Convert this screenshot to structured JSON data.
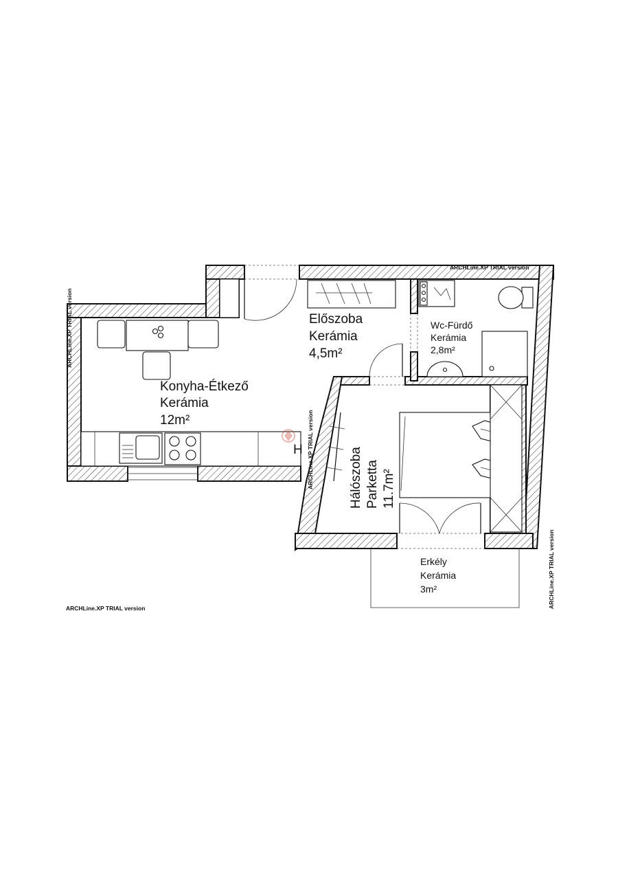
{
  "rooms": {
    "konyha": {
      "name": "Konyha-Étkező",
      "floor": "Kerámia",
      "area": "12m²"
    },
    "eloszoba": {
      "name": "Előszoba",
      "floor": "Kerámia",
      "area": "4,5m²"
    },
    "wc": {
      "name": "Wc-Fürdő",
      "floor": "Kerámia",
      "area": "2,8m²"
    },
    "haloszoba": {
      "name": "Hálószoba",
      "floor": "Parketta",
      "area": "11.7m²"
    },
    "erkely": {
      "name": "Erkély",
      "floor": "Kerámia",
      "area": "3m²"
    }
  },
  "symbols": {
    "heater": "H"
  },
  "watermarks": {
    "trial": "ARCHLine.XP TRIAL version"
  },
  "colors": {
    "line": "#111111",
    "background": "#ffffff"
  }
}
